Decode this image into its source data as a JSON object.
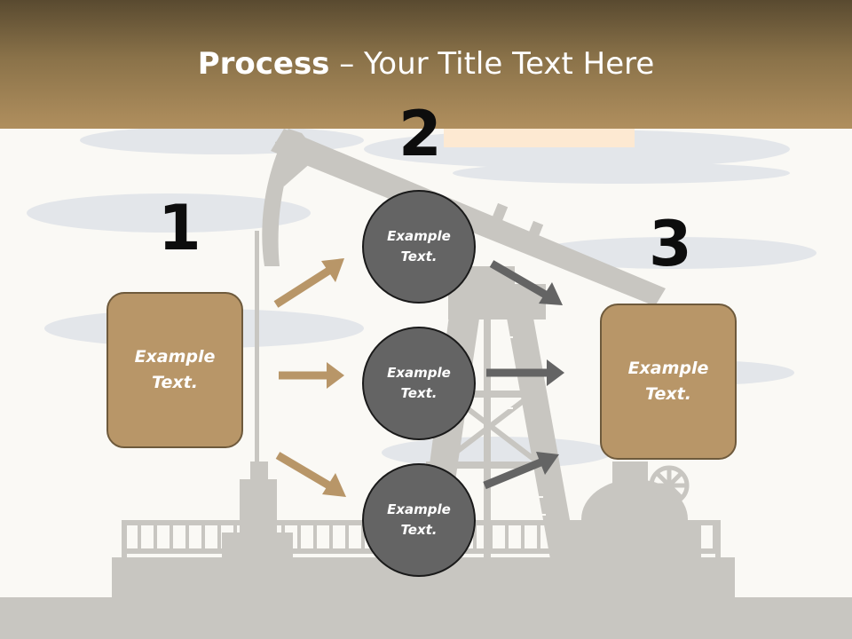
{
  "slide": {
    "title_bold": "Process",
    "title_rest": " – Your Title Text Here"
  },
  "steps": {
    "step1": {
      "number": "1",
      "line1": "Example",
      "line2": "Text."
    },
    "step2": {
      "number": "2"
    },
    "step3": {
      "number": "3",
      "line1": "Example",
      "line2": "Text."
    }
  },
  "circles": [
    {
      "line1": "Example",
      "line2": "Text."
    },
    {
      "line1": "Example",
      "line2": "Text."
    },
    {
      "line1": "Example",
      "line2": "Text."
    }
  ],
  "colors": {
    "header_top": "#594a30",
    "header_bottom": "#b08f5e",
    "box_fill": "#b89668",
    "circle_fill": "#646464",
    "arrow_tan": "#b89668",
    "arrow_gray": "#646464",
    "silhouette": "#c8c6c1",
    "cloud": "#e3e6ea"
  }
}
